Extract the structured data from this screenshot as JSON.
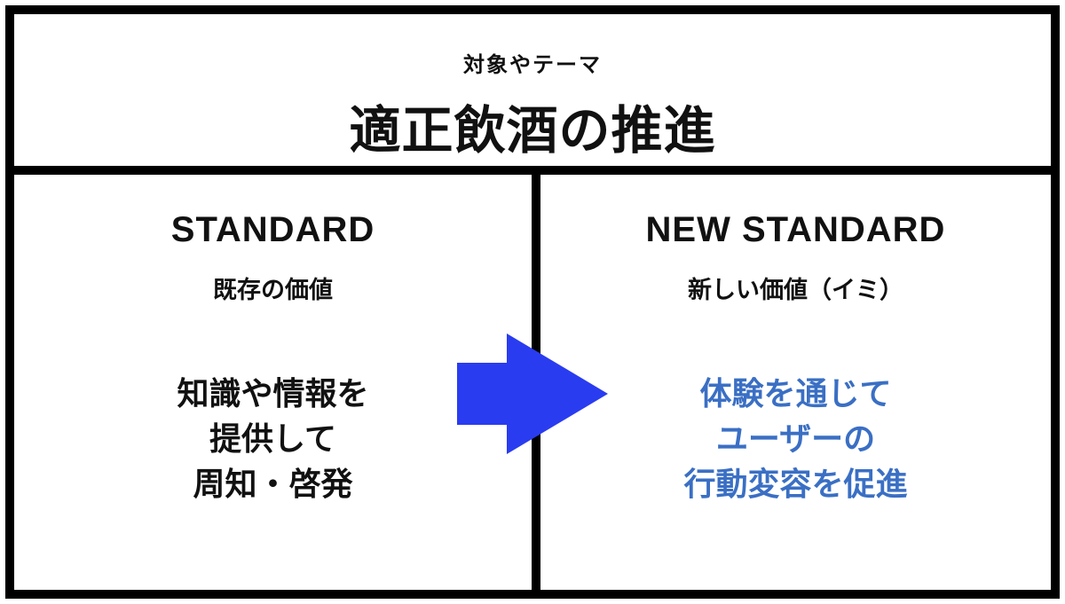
{
  "colors": {
    "border": "#000000",
    "arrow": "#2a3cf0",
    "new_value_text": "#3a6fc4"
  },
  "theme": {
    "caption": "対象やテーマ",
    "title": "適正飲酒の推進"
  },
  "left_panel": {
    "heading": "STANDARD",
    "subheading": "既存の価値",
    "body_lines": [
      "知識や情報を",
      "提供して",
      "周知・啓発"
    ]
  },
  "right_panel": {
    "heading": "NEW STANDARD",
    "subheading": "新しい価値（イミ）",
    "body_lines": [
      "体験を通じて",
      "ユーザーの",
      "行動変容を促進"
    ]
  },
  "icons": {
    "transition_arrow": "arrow-right-icon"
  }
}
